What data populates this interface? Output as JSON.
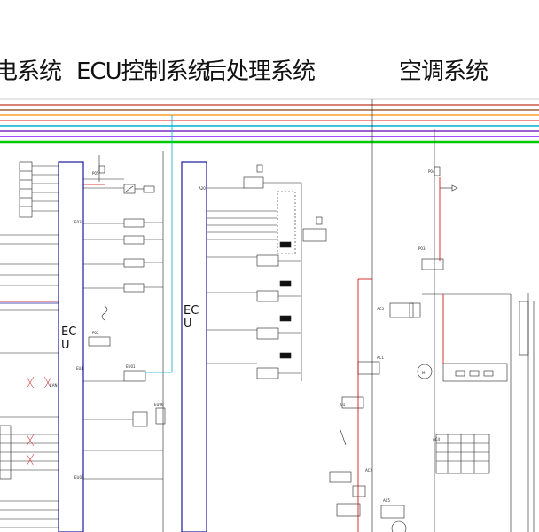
{
  "headers": {
    "h1": "电系统",
    "h2": "ECU控制系统",
    "h3": "后处理系统",
    "h4": "空调系统"
  },
  "ecu_labels": {
    "left_line1": "EC",
    "left_line2": "U",
    "mid_line1": "EC",
    "mid_line2": "U"
  },
  "bus_colors": [
    "#c0392b",
    "#8B4513",
    "#ff8c00",
    "#e74c3c",
    "#00b0d0",
    "#7b2cbf",
    "#9b30ff",
    "#00cc00"
  ],
  "small_labels": {
    "can": "CAN",
    "ac1": "AC1",
    "ac2": "AC2",
    "ac3": "AC3",
    "ac4": "AC4",
    "ac5": "AC5",
    "p02": "P02",
    "p03": "P03",
    "p04": "P04",
    "p05": "P05",
    "eu01": "EU01",
    "eu06": "EU06",
    "eu08": "EU08",
    "eu4": "EU4",
    "a20": "A20",
    "e03": "E03",
    "j01": "J01",
    "m": "M"
  }
}
